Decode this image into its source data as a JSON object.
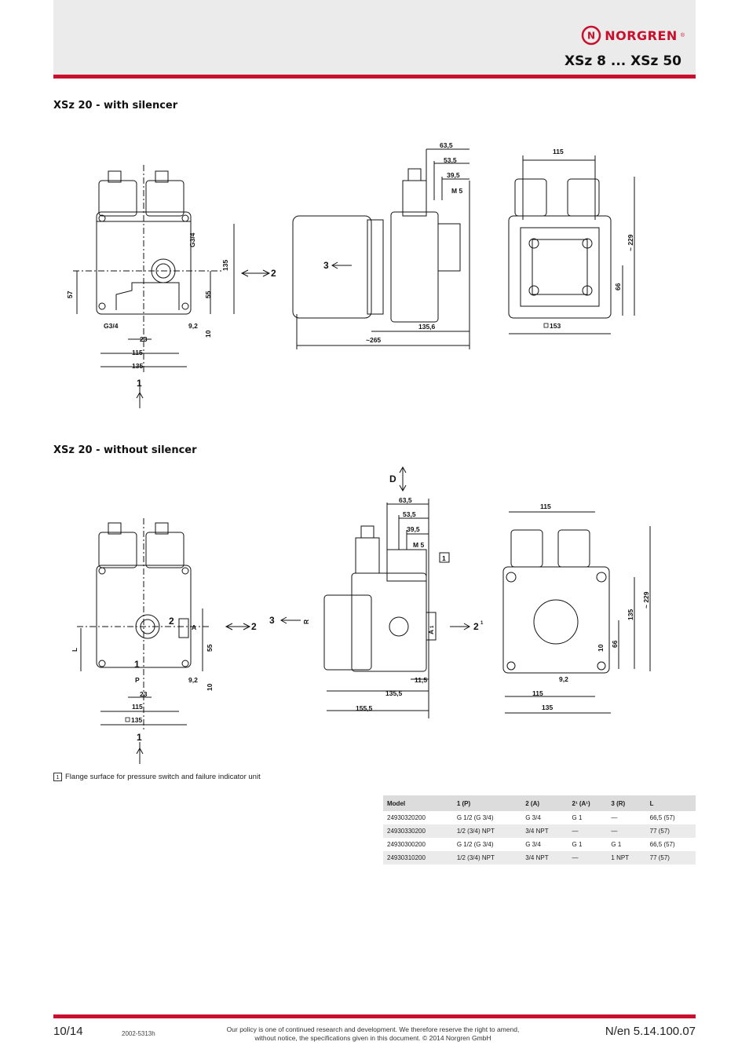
{
  "header": {
    "brand": "NORGREN",
    "registered": "®",
    "title": "XSz 8 ... XSz 50",
    "brand_color": "#c8102e"
  },
  "sections": {
    "with_silencer": "XSz 20 - with silencer",
    "without_silencer": "XSz 20 - without silencer"
  },
  "drawing1": {
    "front": {
      "g34_top": "G3/4",
      "d135": "135",
      "d57": "57",
      "d55": "55",
      "g34_bottom": "G3/4",
      "d92": "9,2",
      "d10": "10",
      "d23": "23",
      "d115": "115",
      "d135w": "135",
      "port1": "1",
      "port2": "2"
    },
    "side": {
      "d635": "63,5",
      "d535": "53,5",
      "d395": "39,5",
      "m5": "M 5",
      "port3": "3",
      "d1356": "135,6",
      "d265": "~265"
    },
    "back": {
      "d115": "115",
      "d229": "~ 229",
      "d66": "66",
      "d153": "153"
    }
  },
  "drawing2": {
    "front": {
      "port2": "2",
      "port1": "1",
      "portA": "A",
      "portP": "P",
      "dL": "L",
      "d55": "55",
      "d92": "9,2",
      "d10": "10",
      "d23": "23",
      "d115": "115",
      "d135": "135",
      "arrow_port2": "2",
      "arrow_port1": "1"
    },
    "side": {
      "portD": "D",
      "d635": "63,5",
      "d535": "53,5",
      "d395": "39,5",
      "m5": "M 5",
      "callout": "1",
      "port3": "3",
      "portR": "R",
      "portA1": "A",
      "sup1": "1",
      "port21": "2",
      "sup21": "1",
      "d115s": "11,5",
      "d1355": "135,5",
      "d1555": "155,5"
    },
    "back": {
      "d115": "115",
      "d229": "~ 229",
      "d135": "135",
      "d66": "66",
      "d10": "10",
      "d92": "9,2",
      "d115b": "115",
      "d135b": "135"
    }
  },
  "note": {
    "box": "1",
    "text": "Flange surface for pressure switch and failure indicator unit"
  },
  "table": {
    "headers": [
      "Model",
      "1 (P)",
      "2 (A)",
      "2¹ (A¹)",
      "3 (R)",
      "L"
    ],
    "rows": [
      [
        "24930320200",
        "G 1/2 (G 3/4)",
        "G 3/4",
        "G 1",
        "—",
        "66,5 (57)"
      ],
      [
        "24930330200",
        "1/2 (3/4) NPT",
        "3/4 NPT",
        "—",
        "—",
        "77 (57)"
      ],
      [
        "24930300200",
        "G 1/2 (G 3/4)",
        "G 3/4",
        "G 1",
        "G 1",
        "66,5 (57)"
      ],
      [
        "24930310200",
        "1/2 (3/4) NPT",
        "3/4 NPT",
        "—",
        "1 NPT",
        "77 (57)"
      ]
    ]
  },
  "footer": {
    "page": "10/14",
    "code": "2002-5313h",
    "policy_line1": "Our policy is one of continued research and development. We therefore reserve the right to amend,",
    "policy_line2": "without notice, the specifications given in this document. © 2014 Norgren GmbH",
    "ref": "N/en 5.14.100.07"
  }
}
